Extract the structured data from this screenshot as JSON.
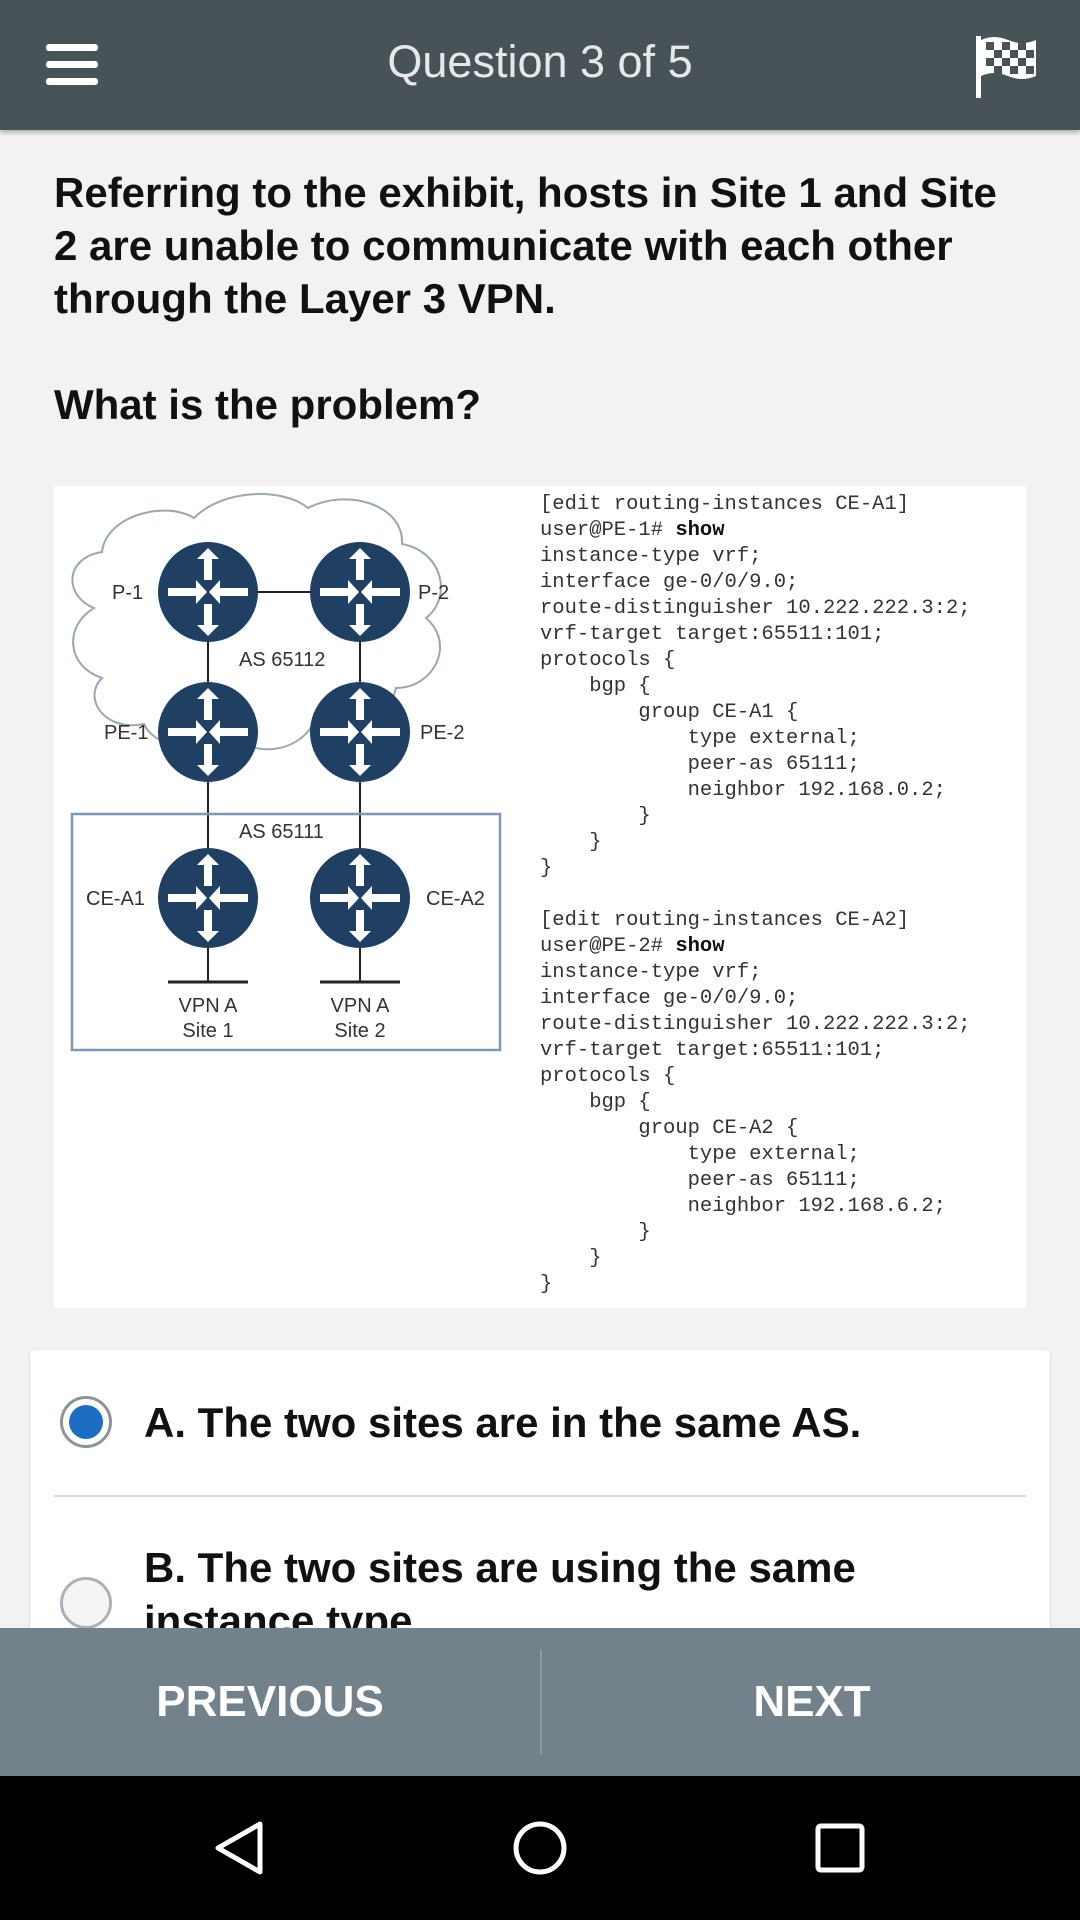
{
  "header": {
    "title": "Question 3 of 5",
    "menu_icon": "menu-icon",
    "flag_icon": "checkered-flag-icon"
  },
  "question": {
    "paragraph1": "Referring to the exhibit, hosts in Site 1 and Site 2 are unable to communicate with each other through the Layer 3 VPN.",
    "paragraph2": "What is the problem?"
  },
  "exhibit": {
    "diagram": {
      "labels": {
        "p1": "P-1",
        "p2": "P-2",
        "pe1": "PE-1",
        "pe2": "PE-2",
        "ce_a1": "CE-A1",
        "ce_a2": "CE-A2",
        "as_top": "AS 65112",
        "as_bottom": "AS 65111",
        "site1_line1": "VPN A",
        "site1_line2": "Site 1",
        "site2_line1": "VPN A",
        "site2_line2": "Site 2"
      },
      "router_icon": "router-icon"
    },
    "config_lines": [
      {
        "text": "[edit routing-instances CE-A1]"
      },
      {
        "prefix": "user@PE-1# ",
        "bold": "show"
      },
      {
        "text": "instance-type vrf;"
      },
      {
        "text": "interface ge-0/0/9.0;"
      },
      {
        "text": "route-distinguisher 10.222.222.3:2;"
      },
      {
        "text": "vrf-target target:65511:101;"
      },
      {
        "text": "protocols {"
      },
      {
        "text": "    bgp {"
      },
      {
        "text": "        group CE-A1 {"
      },
      {
        "text": "            type external;"
      },
      {
        "text": "            peer-as 65111;"
      },
      {
        "text": "            neighbor 192.168.0.2;"
      },
      {
        "text": "        }"
      },
      {
        "text": "    }"
      },
      {
        "text": "}"
      },
      {
        "gap": true
      },
      {
        "text": "[edit routing-instances CE-A2]"
      },
      {
        "prefix": "user@PE-2# ",
        "bold": "show"
      },
      {
        "text": "instance-type vrf;"
      },
      {
        "text": "interface ge-0/0/9.0;"
      },
      {
        "text": "route-distinguisher 10.222.222.3:2;"
      },
      {
        "text": "vrf-target target:65511:101;"
      },
      {
        "text": "protocols {"
      },
      {
        "text": "    bgp {"
      },
      {
        "text": "        group CE-A2 {"
      },
      {
        "text": "            type external;"
      },
      {
        "text": "            peer-as 65111;"
      },
      {
        "text": "            neighbor 192.168.6.2;"
      },
      {
        "text": "        }"
      },
      {
        "text": "    }"
      },
      {
        "text": "}"
      }
    ]
  },
  "answers": [
    {
      "label": "A. The two sites are in the same AS.",
      "selected": true
    },
    {
      "label": "B. The two sites are using the same instance type.",
      "selected": false
    }
  ],
  "footer": {
    "previous_label": "PREVIOUS",
    "next_label": "NEXT"
  },
  "system_nav": {
    "back_icon": "back-triangle-icon",
    "home_icon": "home-circle-icon",
    "recents_icon": "recents-square-icon"
  },
  "colors": {
    "topbar": "#485358",
    "bottom_bar": "#72818a",
    "radio_selected": "#1c6ec2",
    "router_fill": "#1f3f63"
  }
}
